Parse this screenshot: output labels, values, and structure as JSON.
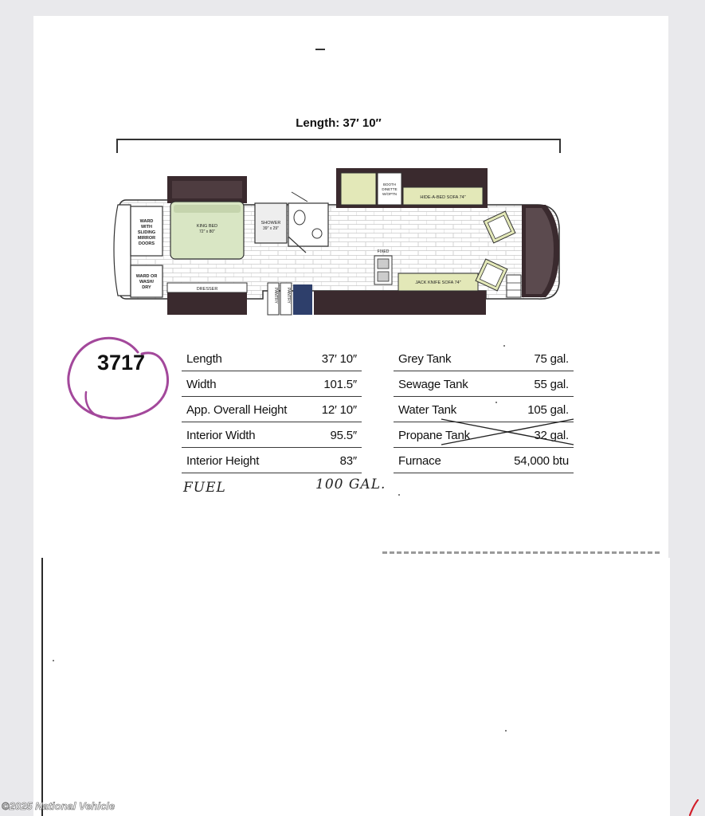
{
  "length_heading": "Length: 37′ 10″",
  "model_number": "3717",
  "floorplan_labels": {
    "ward_sliding": [
      "WARD",
      "WITH",
      "SLIDING",
      "MIRROR",
      "DOORS"
    ],
    "ward_wash": [
      "WARD OR",
      "WASH/",
      "DRY"
    ],
    "king_bed": "KING BED",
    "king_bed_size": "72″ x 80″",
    "shower": "SHOWER",
    "shower_size": "39″ x 29″",
    "dresser": "DRESSER",
    "pantry_left": "PANTRY",
    "pantry_right": "PANTRY",
    "hide_a_bed": "HIDE-A-BED SOFA 74″",
    "jack_knife": "JACK KNIFE SOFA 74″",
    "fixed": "FIXED",
    "booth": [
      "BOOTH",
      "DINETTE",
      "W/OPTN"
    ]
  },
  "specs_left": [
    {
      "label": "Length",
      "value": "37′ 10″"
    },
    {
      "label": "Width",
      "value": "101.5″"
    },
    {
      "label": "App. Overall Height",
      "value": "12′ 10″"
    },
    {
      "label": "Interior Width",
      "value": "95.5″"
    },
    {
      "label": "Interior Height",
      "value": "83″"
    }
  ],
  "specs_right": [
    {
      "label": "Grey Tank",
      "value": "75 gal."
    },
    {
      "label": "Sewage Tank",
      "value": "55 gal."
    },
    {
      "label": "Water Tank",
      "value": "105 gal."
    },
    {
      "label": "Propane Tank",
      "value": "32 gal."
    },
    {
      "label": "Furnace",
      "value": "54,000 btu"
    }
  ],
  "handwritten": {
    "fuel_label": "FUEL",
    "fuel_value": "100 GAL."
  },
  "watermark": "©2025 National Vehicle",
  "colors": {
    "circle": "#a3489b",
    "dark_slide": "#3a2a2e",
    "sofa": "#e3e8b8",
    "bed": "#d9e6c4"
  }
}
